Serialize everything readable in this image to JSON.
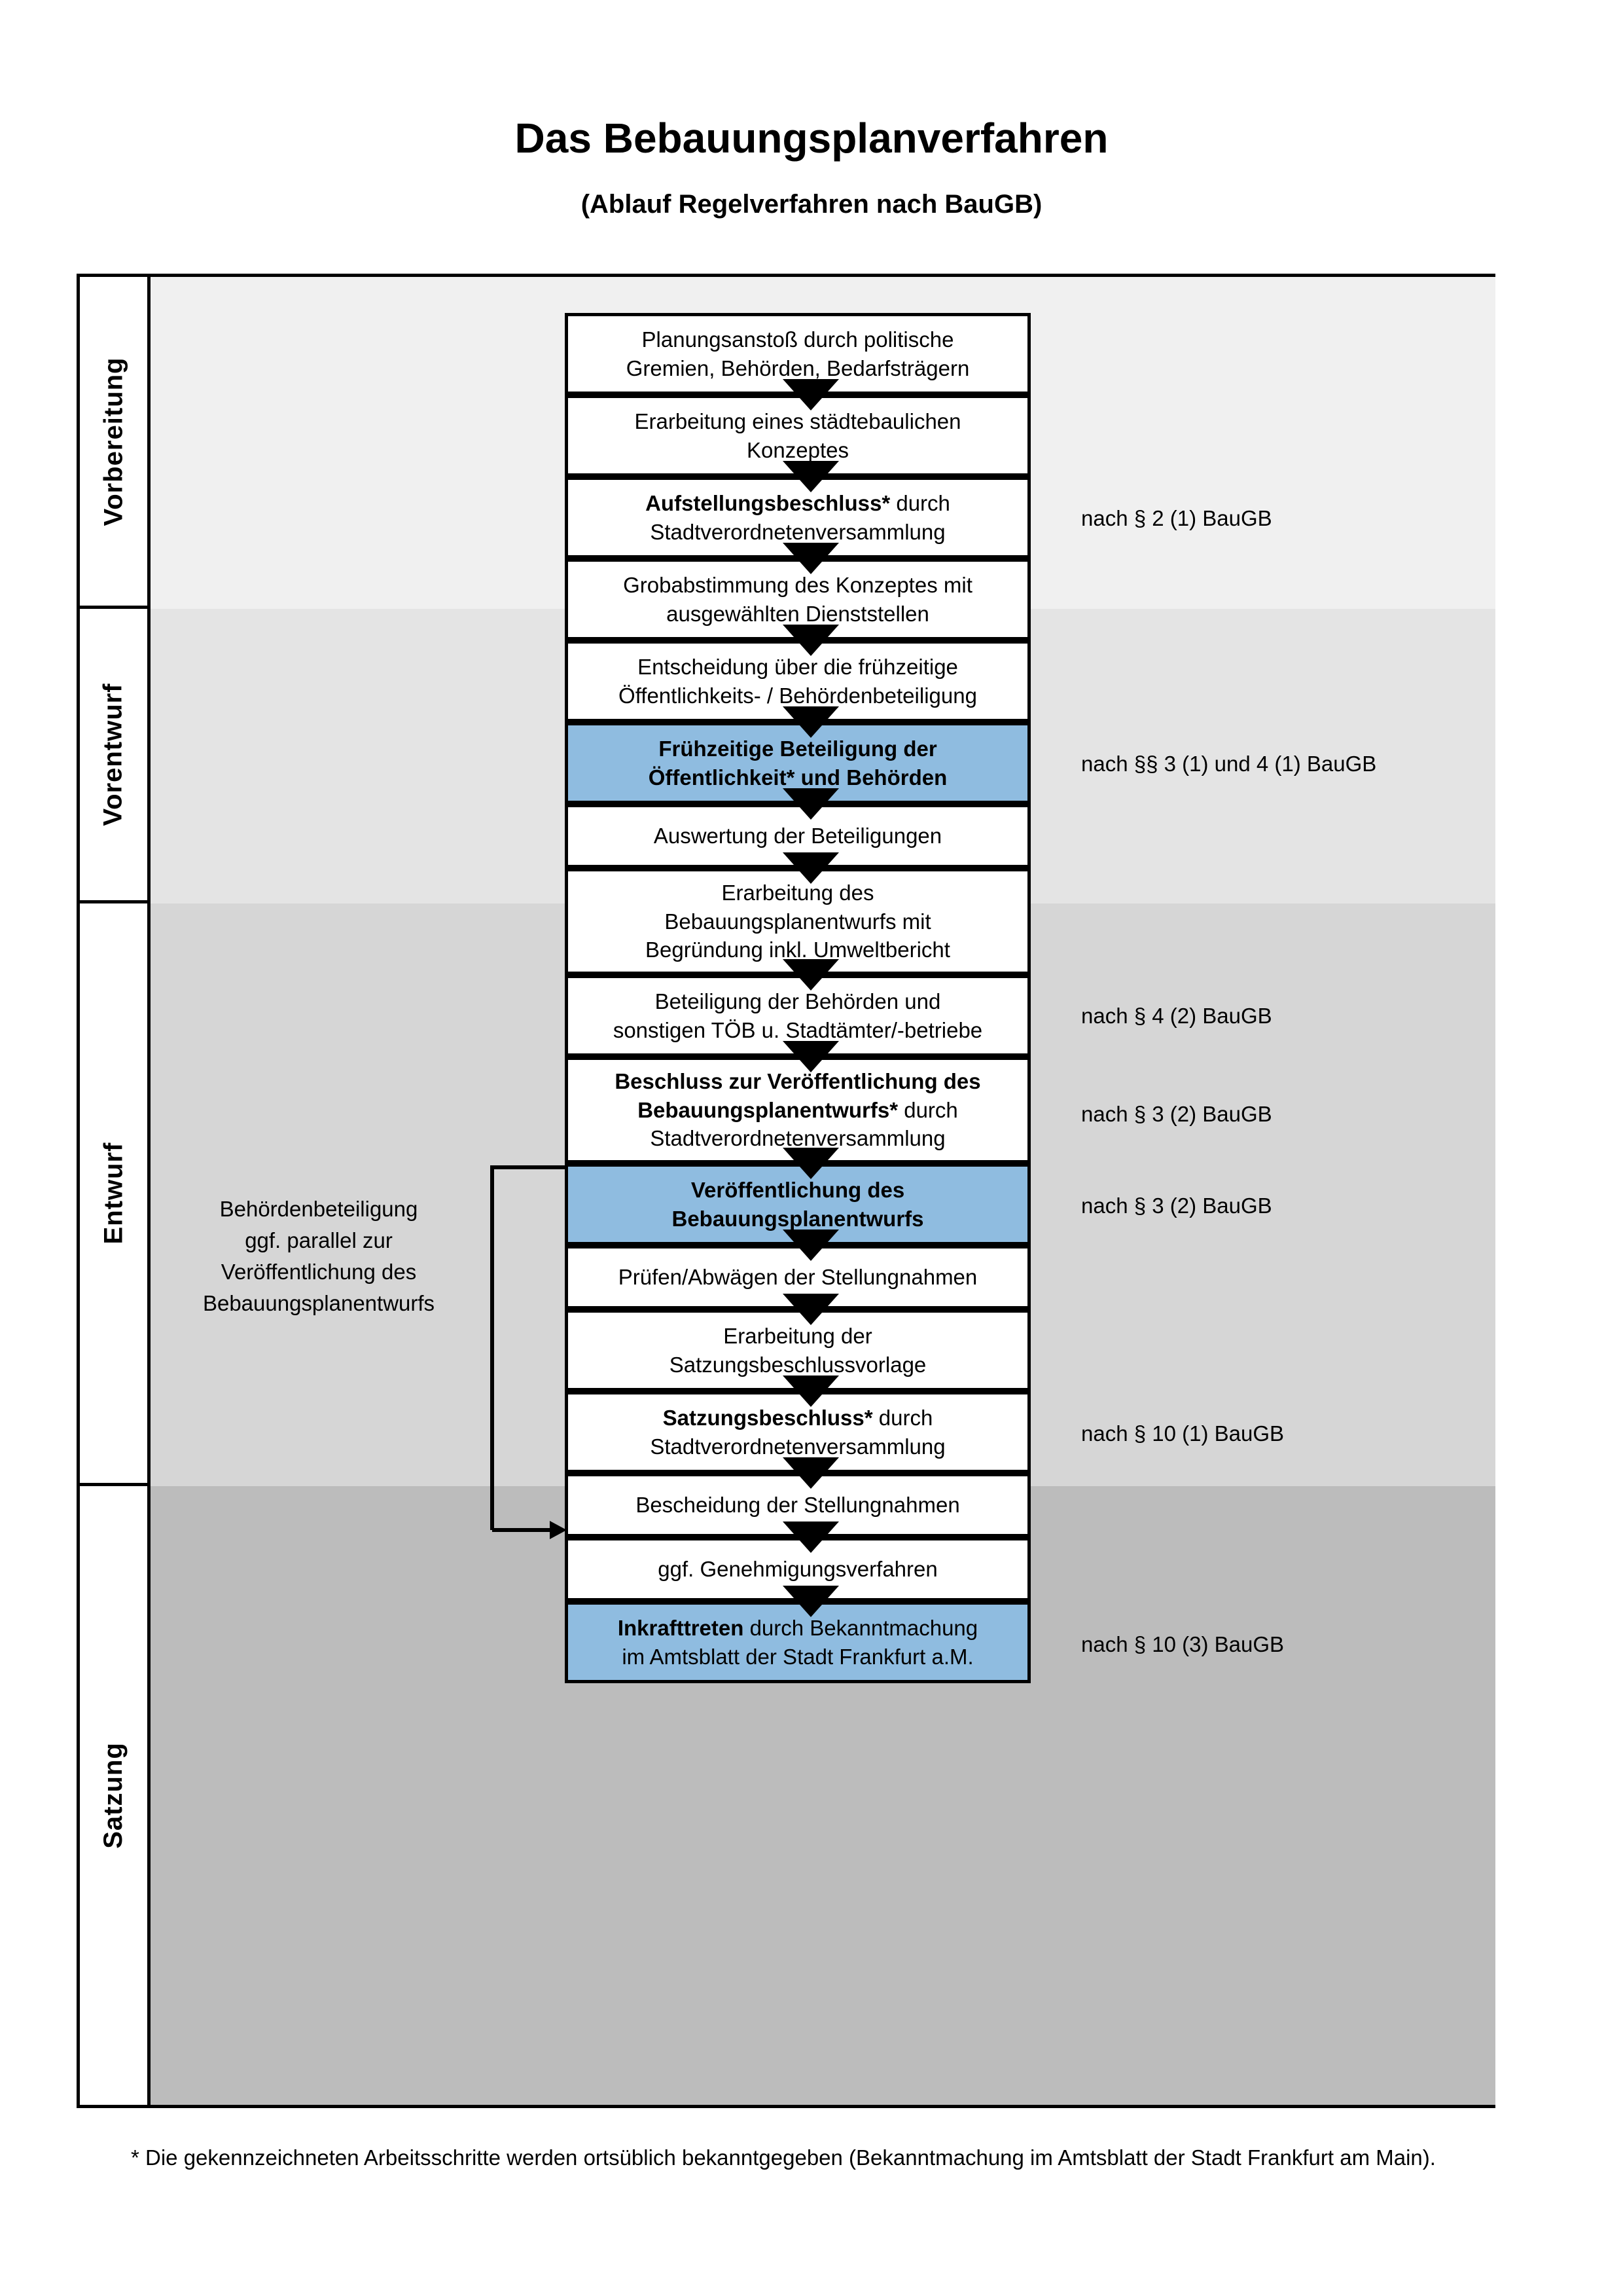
{
  "header": {
    "title": "Das Bebauungsplanverfahren",
    "subtitle": "(Ablauf Regelverfahren nach BauGB)"
  },
  "colors": {
    "highlight_box": "#8FBCE0",
    "band_vorbereitung": "#F0F0F0",
    "band_vorentwurf": "#E4E4E4",
    "band_entwurf": "#D6D6D6",
    "band_satzung": "#BCBCBC",
    "border": "#000000"
  },
  "phases": [
    {
      "label": "Vorbereitung"
    },
    {
      "label": "Vorentwurf"
    },
    {
      "label": "Entwurf"
    },
    {
      "label": "Satzung"
    }
  ],
  "steps": [
    {
      "id": "planungsanstoss",
      "line1": "Planungsanstoß durch politische",
      "line2": "Gremien, Behörden, Bedarfsträgern",
      "highlighted": "false",
      "bold_prefix": ""
    },
    {
      "id": "staedtebauliches-konzept",
      "line1": "Erarbeitung eines städtebaulichen",
      "line2": "Konzeptes",
      "highlighted": "false",
      "bold_prefix": ""
    },
    {
      "id": "aufstellungsbeschluss",
      "bold_prefix": "Aufstellungsbeschluss*",
      "line1_rest": " durch",
      "line2": "Stadtverordnetenversammlung",
      "highlighted": "false"
    },
    {
      "id": "grobabstimmung",
      "line1": "Grobabstimmung des Konzeptes mit",
      "line2": "ausgewählten Dienststellen",
      "highlighted": "false",
      "bold_prefix": ""
    },
    {
      "id": "entscheidung-fruehzeitige-beteiligung",
      "line1": "Entscheidung über die frühzeitige",
      "line2": "Öffentlichkeits- / Behördenbeteiligung",
      "highlighted": "false",
      "bold_prefix": ""
    },
    {
      "id": "fruehzeitige-beteiligung",
      "line1": "Frühzeitige Beteiligung der",
      "line2": "Öffentlichkeit* und Behörden",
      "highlighted": "true",
      "bold_prefix": ""
    },
    {
      "id": "auswertung-beteiligungen",
      "line1": "Auswertung der Beteiligungen",
      "line2": "",
      "highlighted": "false",
      "bold_prefix": ""
    },
    {
      "id": "erarbeitung-bplanentwurf",
      "line1": "Erarbeitung des",
      "line2": "Bebauungsplanentwurfs mit",
      "line3": "Begründung inkl. Umweltbericht",
      "highlighted": "false",
      "bold_prefix": ""
    },
    {
      "id": "beteiligung-behoerden-toeb",
      "line1": "Beteiligung der Behörden und",
      "line2": "sonstigen TÖB u. Stadtämter/-betriebe",
      "highlighted": "false",
      "bold_prefix": ""
    },
    {
      "id": "beschluss-veroeffentlichung",
      "bold_line1": "Beschluss zur Veröffentlichung des",
      "bold_prefix": "Bebauungsplanentwurfs*",
      "line2_rest": " durch",
      "line3": "Stadtverordnetenversammlung",
      "highlighted": "false"
    },
    {
      "id": "veroeffentlichung-bplanentwurf",
      "line1": "Veröffentlichung des",
      "line2": "Bebauungsplanentwurfs",
      "highlighted": "true",
      "bold_prefix": ""
    },
    {
      "id": "pruefen-abwaegen",
      "line1": "Prüfen/Abwägen der Stellungnahmen",
      "line2": "",
      "highlighted": "false",
      "bold_prefix": ""
    },
    {
      "id": "erarbeitung-satzungsbeschlussvorlage",
      "line1": "Erarbeitung der",
      "line2": "Satzungsbeschlussvorlage",
      "highlighted": "false",
      "bold_prefix": ""
    },
    {
      "id": "satzungsbeschluss",
      "bold_prefix": "Satzungsbeschluss*",
      "line1_rest": " durch",
      "line2": "Stadtverordnetenversammlung",
      "highlighted": "false"
    },
    {
      "id": "bescheidung-stellungnahmen",
      "line1": "Bescheidung der Stellungnahmen",
      "line2": "",
      "highlighted": "false",
      "bold_prefix": ""
    },
    {
      "id": "genehmigungsverfahren",
      "line1": "ggf. Genehmigungsverfahren",
      "line2": "",
      "highlighted": "false",
      "bold_prefix": ""
    },
    {
      "id": "inkrafttreten",
      "bold_prefix": "Inkrafttreten",
      "line1_rest": " durch Bekanntmachung",
      "line2": "im Amtsblatt der Stadt Frankfurt a.M.",
      "highlighted": "true"
    }
  ],
  "law_refs": [
    {
      "id": "ref-par2-1",
      "text": "nach § 2 (1) BauGB"
    },
    {
      "id": "ref-par3-1-par4-1",
      "text": "nach §§ 3 (1) und 4 (1) BauGB"
    },
    {
      "id": "ref-par4-2",
      "text": "nach § 4 (2) BauGB"
    },
    {
      "id": "ref-par3-2-a",
      "text": "nach § 3 (2) BauGB"
    },
    {
      "id": "ref-par3-2-b",
      "text": "nach § 3 (2) BauGB"
    },
    {
      "id": "ref-par10-1",
      "text": "nach § 10 (1) BauGB"
    },
    {
      "id": "ref-par10-3",
      "text": "nach § 10 (3) BauGB"
    }
  ],
  "side_note": {
    "line1": "Behördenbeteiligung",
    "line2": "ggf. parallel zur",
    "line3": "Veröffentlichung des",
    "line4": "Bebauungsplanentwurfs"
  },
  "footnote": {
    "text": "* Die gekennzeichneten Arbeitsschritte werden ortsüblich bekanntgegeben (Bekanntmachung im Amtsblatt  der Stadt Frankfurt am Main)."
  }
}
